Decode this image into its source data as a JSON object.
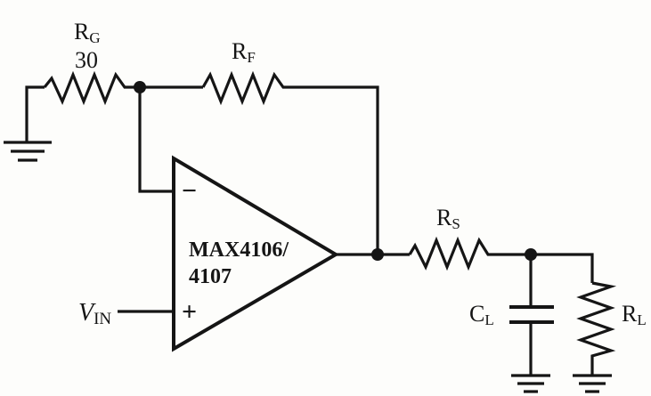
{
  "components": {
    "rg": {
      "name": "R",
      "sub": "G",
      "value": "30"
    },
    "rf": {
      "name": "R",
      "sub": "F"
    },
    "rs": {
      "name": "R",
      "sub": "S"
    },
    "cl": {
      "name": "C",
      "sub": "L"
    },
    "rl": {
      "name": "R",
      "sub": "L"
    },
    "opamp": {
      "line1": "MAX4106/",
      "line2": "4107",
      "minus": "−",
      "plus": "+"
    },
    "vin": {
      "name": "V",
      "sub": "IN"
    }
  }
}
